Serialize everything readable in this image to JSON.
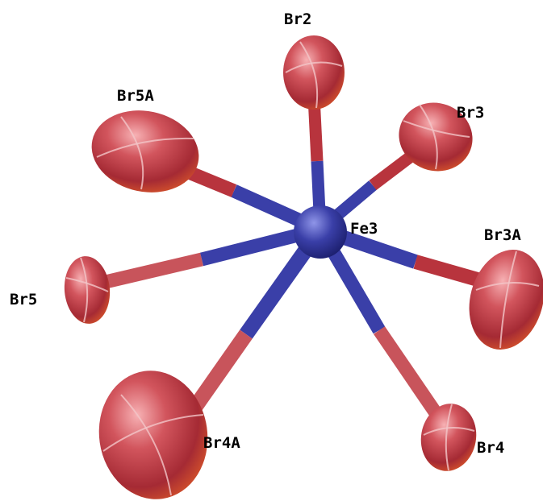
{
  "center_atom": {
    "label": "Fe3",
    "color": "#3a3fa8"
  },
  "ligand_color": "#c8444a",
  "atoms": [
    {
      "id": "br2",
      "label": "Br2"
    },
    {
      "id": "br3",
      "label": "Br3"
    },
    {
      "id": "br3a",
      "label": "Br3A"
    },
    {
      "id": "br4",
      "label": "Br4"
    },
    {
      "id": "br4a",
      "label": "Br4A"
    },
    {
      "id": "br5",
      "label": "Br5"
    },
    {
      "id": "br5a",
      "label": "Br5A"
    }
  ]
}
